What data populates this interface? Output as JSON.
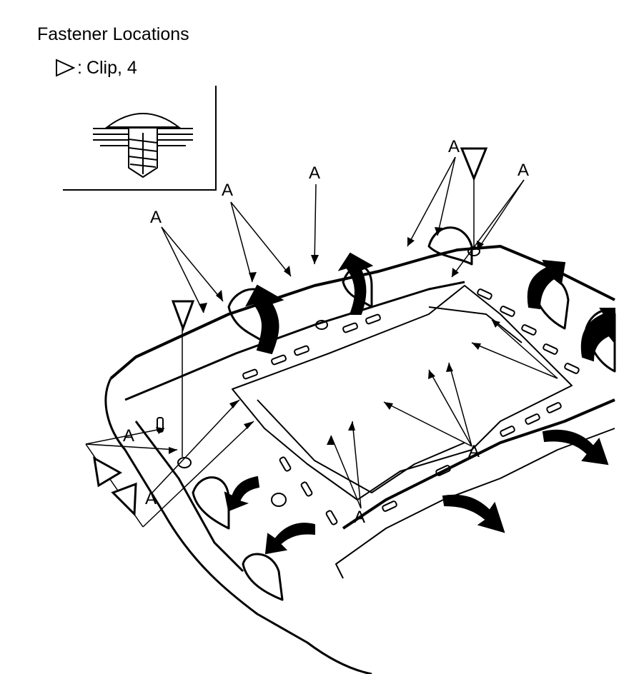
{
  "title": "Fastener Locations",
  "legend": {
    "symbol": "▷",
    "separator": ":",
    "text": "Clip, 4"
  },
  "callout_label": "A",
  "colors": {
    "ink": "#000000",
    "paper": "#ffffff"
  }
}
